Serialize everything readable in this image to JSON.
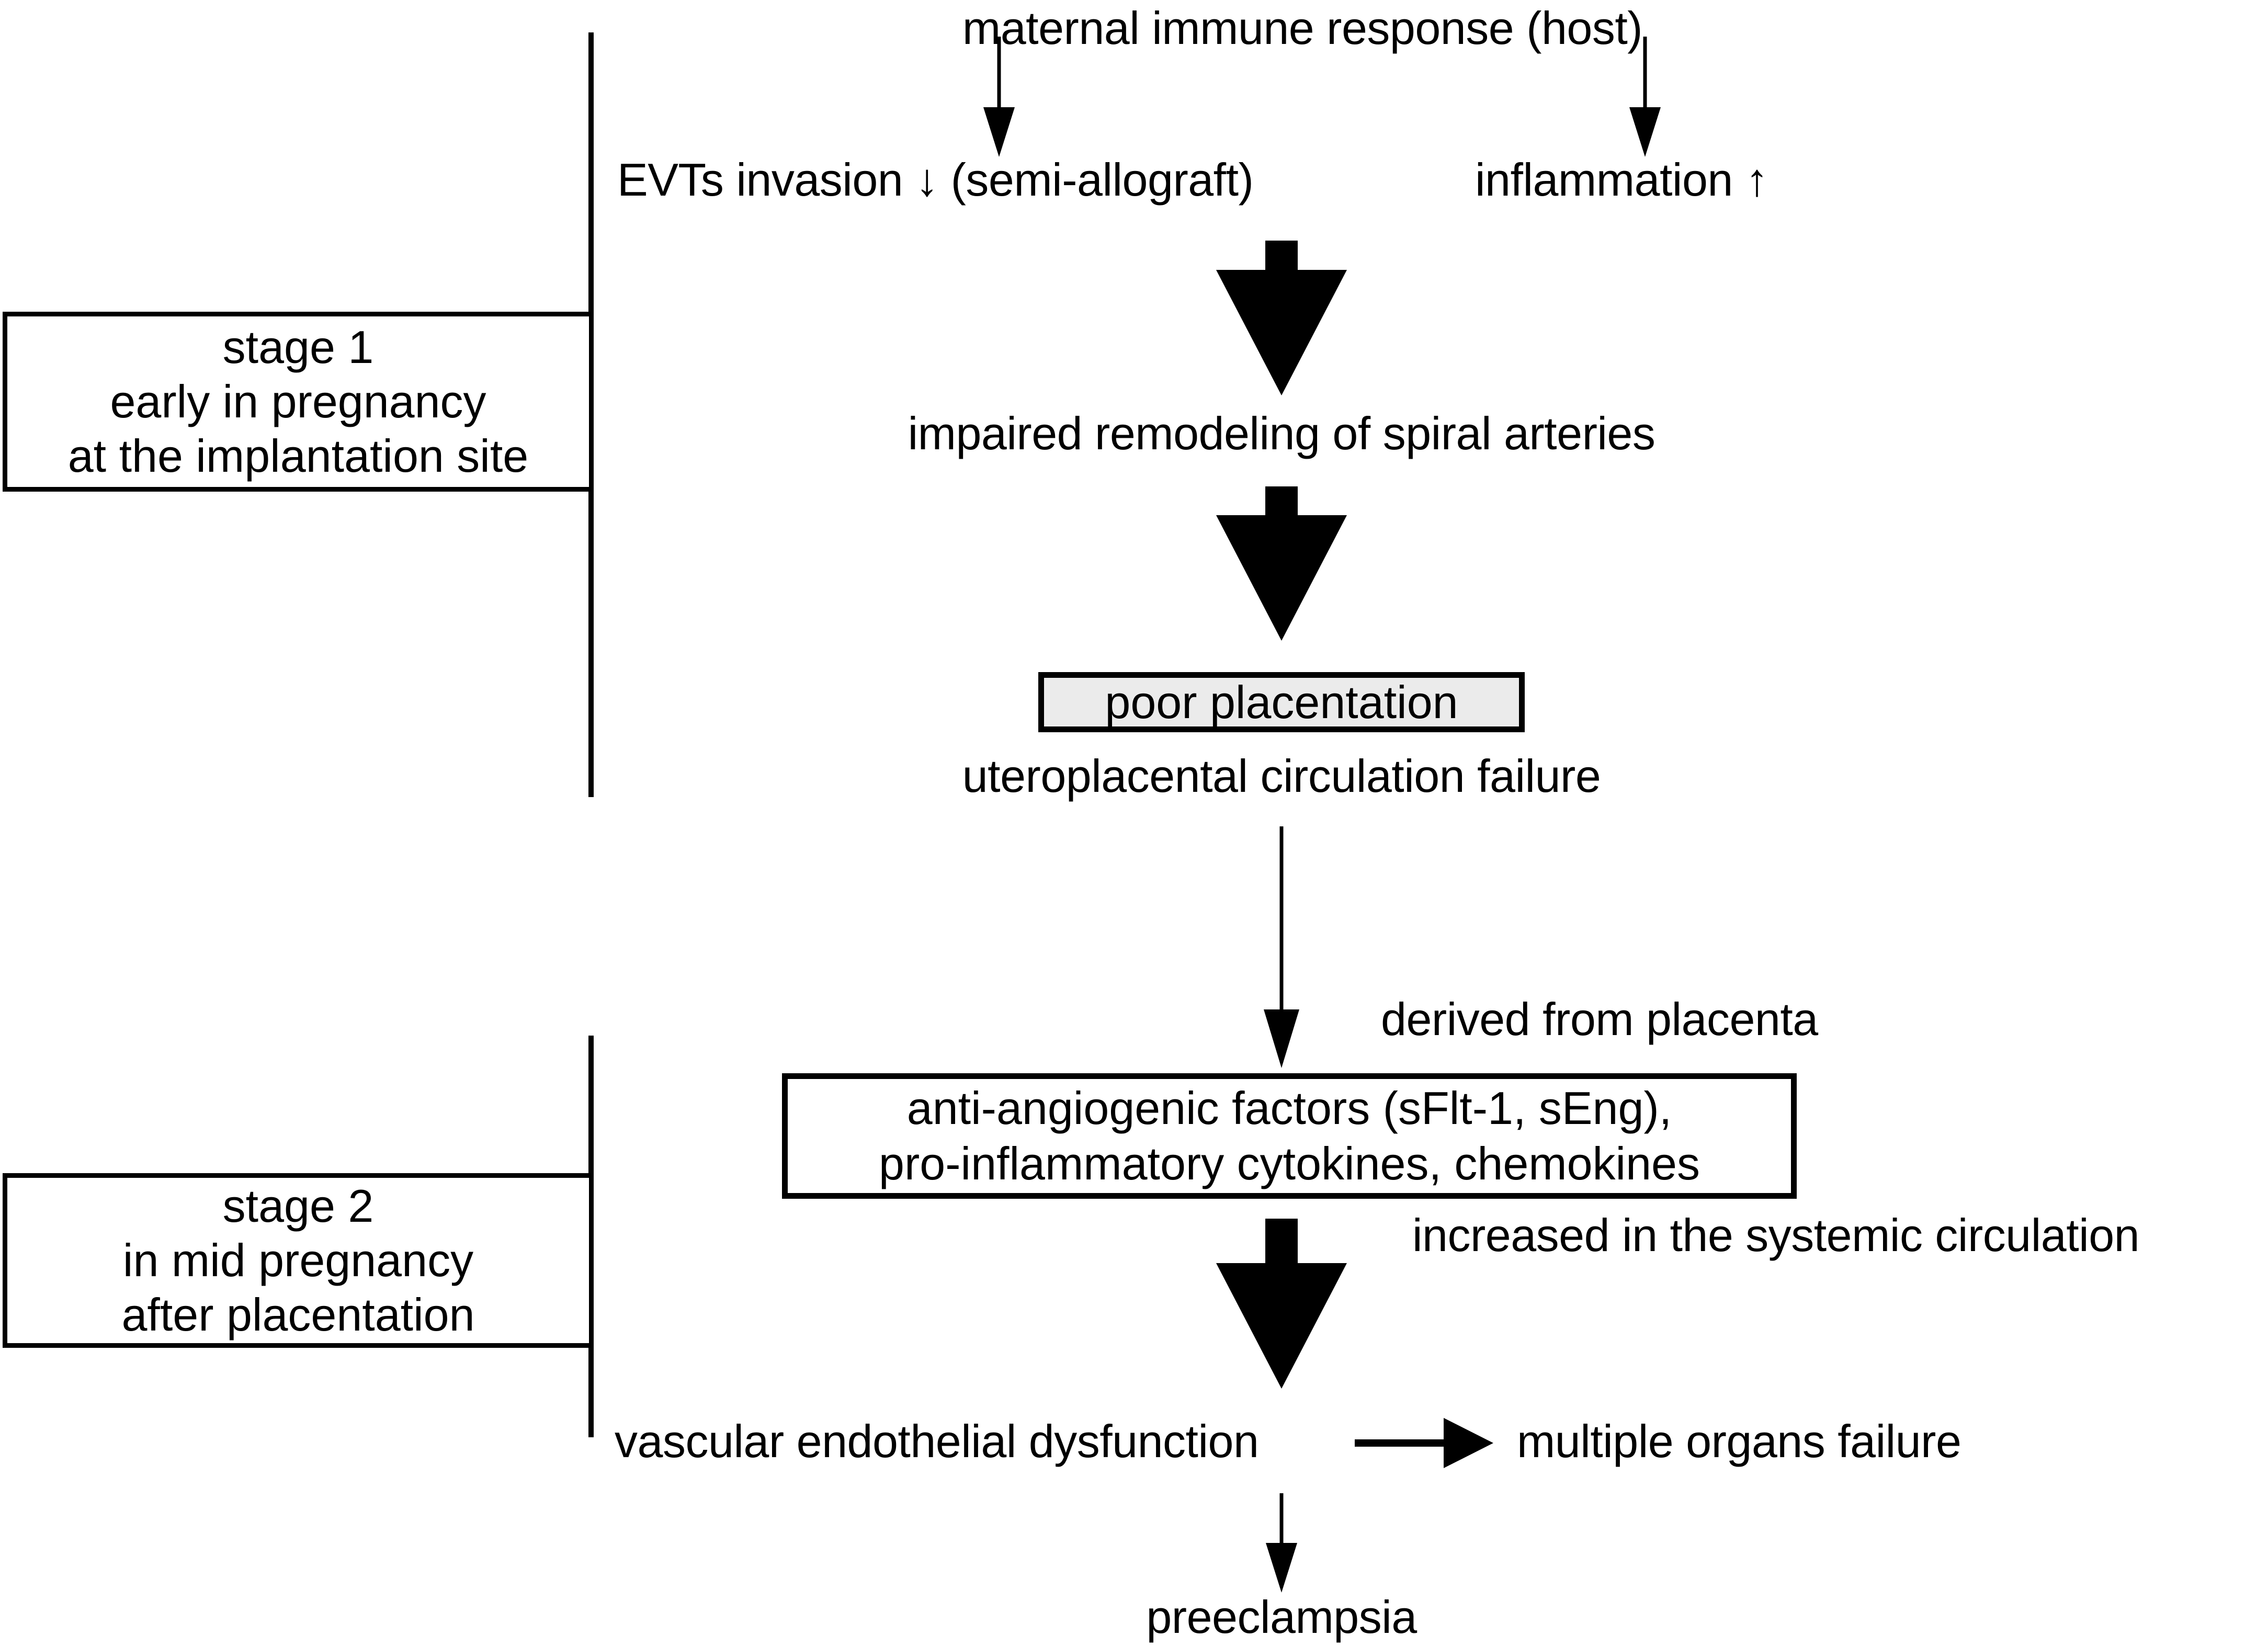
{
  "diagram": {
    "title_text": "maternal immune response (host)",
    "nodes": {
      "maternal_immune_response": "maternal immune response (host)",
      "evts_invasion": "EVTs invasion ↓ (semi-allograft)",
      "inflammation": "inflammation ↑",
      "impaired_remodeling": "impaired remodeling of spiral arteries",
      "poor_placentation": "poor placentation",
      "uteroplacental_failure": "uteroplacental circulation failure",
      "factors_line1": "anti-angiogenic factors (sFlt-1, sEng),",
      "factors_line2": "pro-inflammatory cytokines, chemokines",
      "vascular_dysfunction": "vascular endothelial dysfunction",
      "multiple_organs_failure": "multiple organs failure",
      "preeclampsia": "preeclampsia"
    },
    "annotations": {
      "derived_from_placenta": "derived from placenta",
      "increased_in_systemic_circulation": "increased in the systemic circulation"
    },
    "stage1": {
      "line1": "stage 1",
      "line2": "early in pregnancy",
      "line3": "at the implantation site"
    },
    "stage2": {
      "line1": "stage 2",
      "line2": "in mid pregnancy",
      "line3": "after placentation"
    },
    "colors": {
      "background": "#ffffff",
      "ink": "#000000",
      "shaded_node_fill": "#ebebeb"
    }
  }
}
